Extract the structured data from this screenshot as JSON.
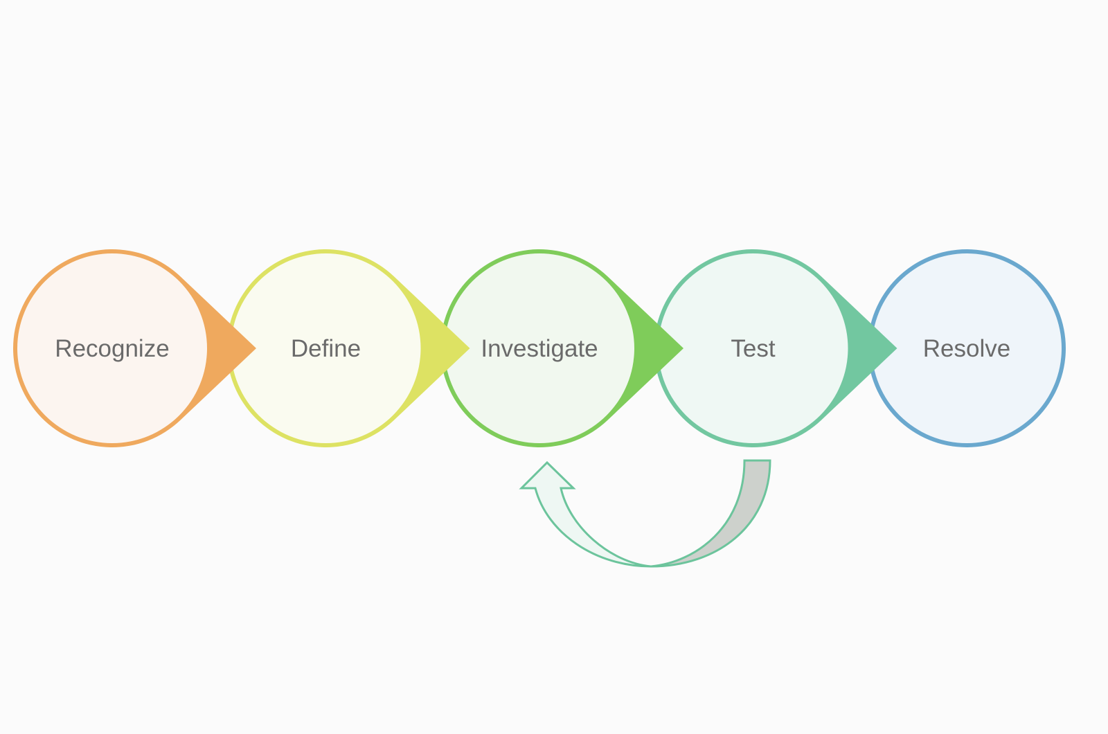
{
  "diagram": {
    "steps": [
      {
        "label": "Recognize",
        "stroke": "#EFA95E",
        "fill": "#FCF5F0"
      },
      {
        "label": "Define",
        "stroke": "#DDE263",
        "fill": "#FAFBF0"
      },
      {
        "label": "Investigate",
        "stroke": "#7FCC5A",
        "fill": "#F1F8EF"
      },
      {
        "label": "Test",
        "stroke": "#72C7A0",
        "fill": "#EFF8F4"
      },
      {
        "label": "Resolve",
        "stroke": "#6AA8CE",
        "fill": "#EFF5FA"
      }
    ],
    "loop_arrow": {
      "from": "Test",
      "to": "Investigate",
      "stroke": "#6CC49C",
      "fill_light": "#EEF7F3",
      "fill_dark": "#CDD1CC"
    }
  }
}
